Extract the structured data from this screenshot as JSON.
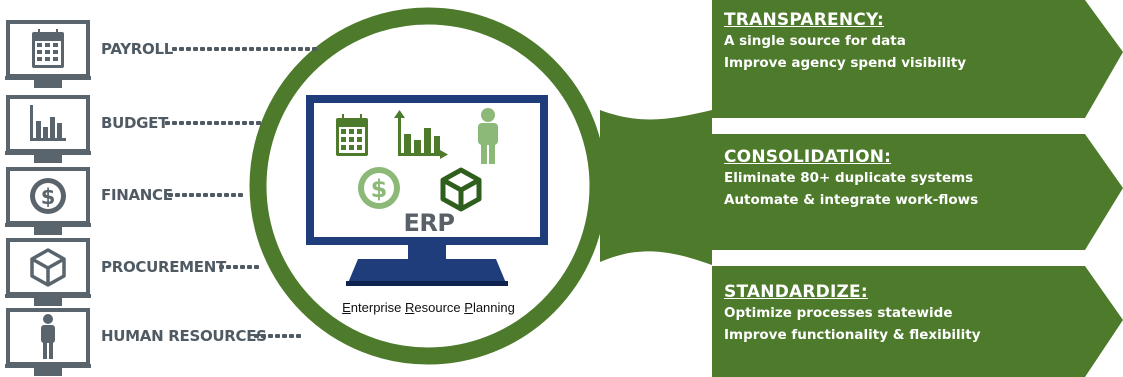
{
  "modules": [
    {
      "label": "PAYROLL",
      "icon": "calendar-icon"
    },
    {
      "label": "BUDGET",
      "icon": "bar-chart-icon"
    },
    {
      "label": "FINANCE",
      "icon": "dollar-coin-icon"
    },
    {
      "label": "PROCUREMENT",
      "icon": "box-icon"
    },
    {
      "label": "HUMAN RESOURCES",
      "icon": "person-icon"
    }
  ],
  "erp": {
    "abbr": "ERP",
    "caption_parts": [
      {
        "initial": "E",
        "rest": "nterprise "
      },
      {
        "initial": "R",
        "rest": "esource "
      },
      {
        "initial": "P",
        "rest": "lanning"
      }
    ],
    "screen_icons": [
      "calendar-icon",
      "bar-chart-icon",
      "person-icon",
      "dollar-coin-icon",
      "box-icon"
    ]
  },
  "benefits": [
    {
      "title": "TRANSPARENCY:",
      "items": [
        "A single source for data",
        "Improve agency spend visibility"
      ]
    },
    {
      "title": "CONSOLIDATION:",
      "items": [
        "Eliminate 80+ duplicate systems",
        "Automate & integrate work-flows"
      ]
    },
    {
      "title": "STANDARDIZE:",
      "items": [
        "Optimize processes statewide",
        "Improve functionality & flexibility"
      ]
    }
  ],
  "colors": {
    "green": "#4e7a2c",
    "green_dark": "#3f6a22",
    "green_light": "#8cb878",
    "navy": "#1f3d7a",
    "gray": "#505a63"
  }
}
